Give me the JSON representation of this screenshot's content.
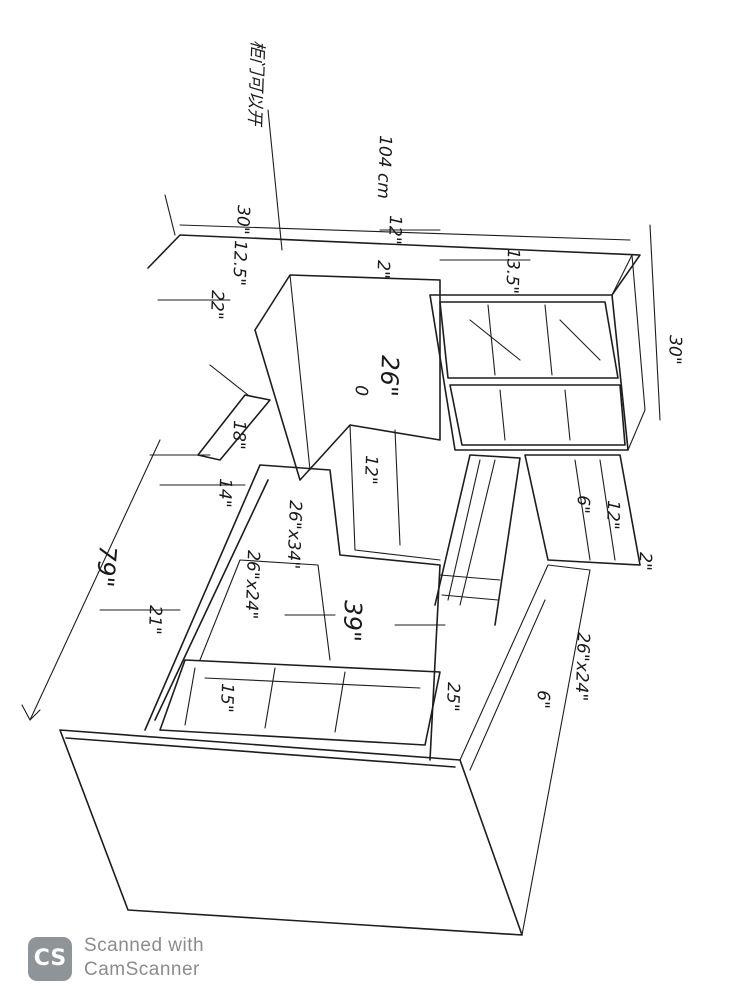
{
  "drawing": {
    "labels": {
      "overall_width": "79\"",
      "wall_label": "104 cm",
      "top_depth": "30\"",
      "top_left_gap": "22\"",
      "top_shelf_height": "12\"",
      "right_unit_depth": "13.5\"",
      "glass_unit_depth": "30\"",
      "shelf_width": "26\"",
      "shelf_note": "0",
      "shelf_side": "18\"",
      "left_clear": "14\"",
      "center_width": "12\"",
      "cabinet_size": "26\"x34\"",
      "drawer_size": "26\"x24\"",
      "desk_opening": "39\"",
      "desk_side": "21\"",
      "drawer_front": "15\"",
      "right_base": "25\"",
      "side_cabinet": "26\"x24\"",
      "base_note": "6\"",
      "small_a": "6\"",
      "small_b": "2\"",
      "small_c": "12\"",
      "top_right_note": "2\"",
      "corner_note": "12.5\"",
      "kanji_note": "柜门可以开"
    }
  },
  "watermark": {
    "logo": "CS",
    "line1": "Scanned with",
    "line2": "CamScanner"
  }
}
